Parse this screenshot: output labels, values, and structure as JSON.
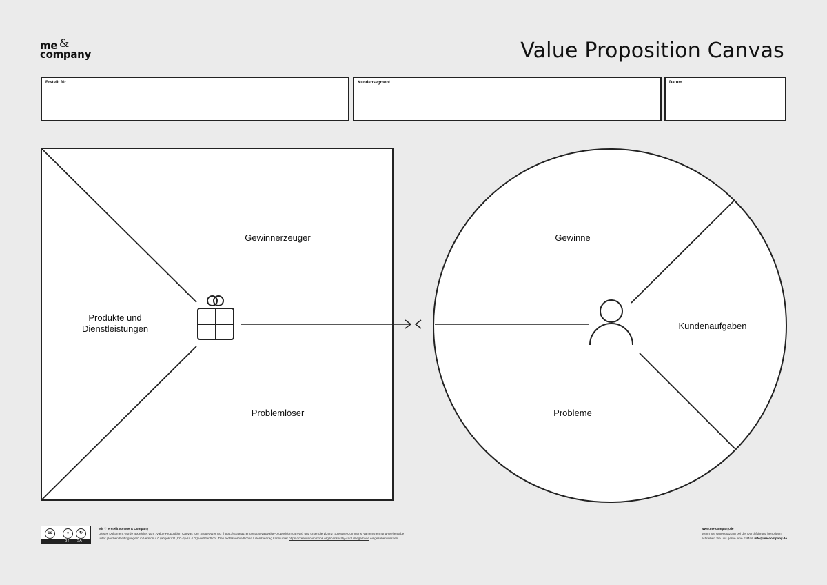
{
  "brand": {
    "line1": "me",
    "amp": "&",
    "line2": "company"
  },
  "title": "Value Proposition Canvas",
  "fields": [
    {
      "label": "Erstellt für"
    },
    {
      "label": "Kundensegment"
    },
    {
      "label": "Datum"
    }
  ],
  "value_map": {
    "gain_creators": "Gewinnerzeuger",
    "products_line1": "Produkte und",
    "products_line2": "Dienstleistungen",
    "pain_relievers": "Problemlöser",
    "icon": "gift-icon"
  },
  "customer_profile": {
    "gains": "Gewinne",
    "jobs": "Kundenaufgaben",
    "pains": "Probleme",
    "icon": "person-icon"
  },
  "footer": {
    "license_badge": {
      "cc": "cc",
      "by": "BY",
      "sa": "SA"
    },
    "credit_prefix": "Mit",
    "credit_suffix": "erstellt von Me & Company",
    "license_line1": "Dieses Dokument wurde abgeleitet vom „Value Proposition Canvas\" der Strategyzer AG (https://strategyzer.com/canvas/value-proposition-canvas) und unter die Lizenz „Creative Commons Namensnennung-Weitergabe",
    "license_line2a": "unter gleichen Bedingungen\" in Version 4.0 (abgekürzt „CC-by-sa 4.0\") veröffentlicht. Den rechtsverbindlichen Lizenzvertrag kann unter",
    "license_url": "https://creativecommons.org/licenses/by-sa/4.0/legalcode",
    "license_line2b": "eingesehen werden.",
    "site": "www.me-company.de",
    "help_line1": "Wenn Sie Unterstützung bei der Durchführung benötigen,",
    "help_line2": "schreiben Sie uns gerne eine E-Mail:",
    "email": "info@me-company.de"
  }
}
